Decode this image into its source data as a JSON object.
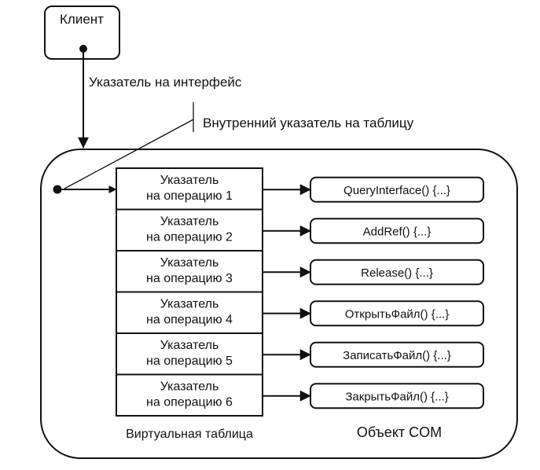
{
  "diagram": {
    "client_label": "Клиент",
    "interface_pointer_label": "Указатель на интерфейс",
    "internal_pointer_label": "Внутренний указатель на таблицу",
    "vtable_caption": "Виртуальная таблица",
    "com_object_caption": "Объект COM",
    "vtable_rows": [
      {
        "line1": "Указатель",
        "line2": "на операцию 1"
      },
      {
        "line1": "Указатель",
        "line2": "на операцию 2"
      },
      {
        "line1": "Указатель",
        "line2": "на операцию 3"
      },
      {
        "line1": "Указатель",
        "line2": "на операцию 4"
      },
      {
        "line1": "Указатель",
        "line2": "на операцию 5"
      },
      {
        "line1": "Указатель",
        "line2": "на операцию 6"
      }
    ],
    "functions": [
      "QueryInterface() {...}",
      "AddRef() {...}",
      "Release() {...}",
      "ОткрытьФайл() {...}",
      "ЗаписатьФайл() {...}",
      "ЗакрытьФайл() {...}"
    ],
    "colors": {
      "line": "#111111",
      "background": "#ffffff"
    }
  }
}
